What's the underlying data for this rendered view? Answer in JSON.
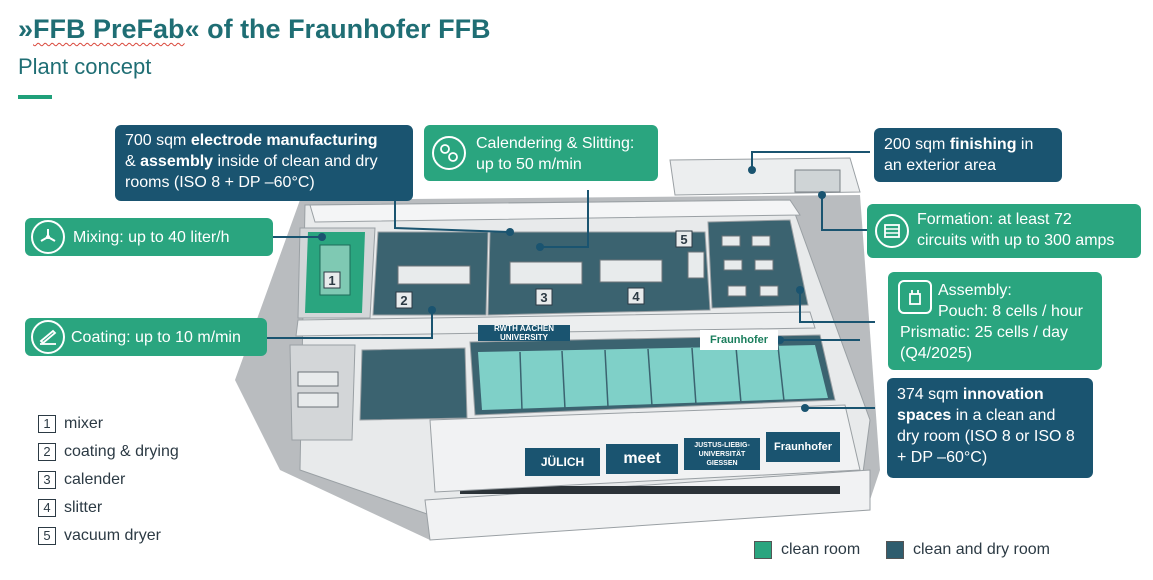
{
  "title_prefix": "»",
  "title_prefab": "FFB PreFab",
  "title_rest": "« of the Fraunhofer FFB",
  "subtitle": "Plant concept",
  "callouts": {
    "electrode": {
      "line1_a": "700 sqm ",
      "line1_b": "electrode manufacturing",
      "line2_a": "& ",
      "line2_b": "assembly",
      "line2_c": " inside of clean and dry",
      "line3": "rooms (ISO 8 + DP –60°C)"
    },
    "calendering": {
      "line1": "Calendering & Slitting:",
      "line2": "up to 50 m/min"
    },
    "finishing": {
      "line1_a": "200 sqm ",
      "line1_b": "finishing",
      "line1_c": " in",
      "line2": "an exterior area"
    },
    "formation": {
      "line1": "Formation: at least 72",
      "line2": "circuits with up to 300 amps"
    },
    "mixing": {
      "text": "Mixing: up to 40 liter/h"
    },
    "coating": {
      "text": "Coating: up to 10 m/min"
    },
    "assembly": {
      "line1": "Assembly:",
      "line2": "Pouch: 8 cells / hour",
      "line3": "Prismatic: 25 cells / day",
      "line4": "(Q4/2025)"
    },
    "innovation": {
      "line1_a": "374 sqm ",
      "line1_b": "innovation",
      "line2_a": "spaces",
      "line2_b": " in a clean and",
      "line3": "dry room (ISO 8 or ISO 8",
      "line4": "+ DP –60°C)"
    }
  },
  "equipment_legend": [
    {
      "num": "1",
      "label": "mixer"
    },
    {
      "num": "2",
      "label": "coating & drying"
    },
    {
      "num": "3",
      "label": "calender"
    },
    {
      "num": "4",
      "label": "slitter"
    },
    {
      "num": "5",
      "label": "vacuum dryer"
    }
  ],
  "room_legend": [
    {
      "label": "clean room",
      "color": "#2aa57f"
    },
    {
      "label": "clean and dry room",
      "color": "#2f5d6e"
    }
  ],
  "plant_numbers": [
    "1",
    "2",
    "3",
    "4",
    "5"
  ],
  "logos": {
    "rwth": "RWTH AACHEN UNIVERSITY",
    "fraunhofer_top": "Fraunhofer",
    "julich": "JÜLICH",
    "meet": "meet",
    "giessen": "JUSTUS-LIEBIG- UNIVERSITÄT GIESSEN",
    "fraunhofer_bottom": "Fraunhofer"
  },
  "colors": {
    "accent": "#1fa07a",
    "dark_box": "#1a5470",
    "green_box": "#2aa57f",
    "title": "#1f6e74"
  }
}
